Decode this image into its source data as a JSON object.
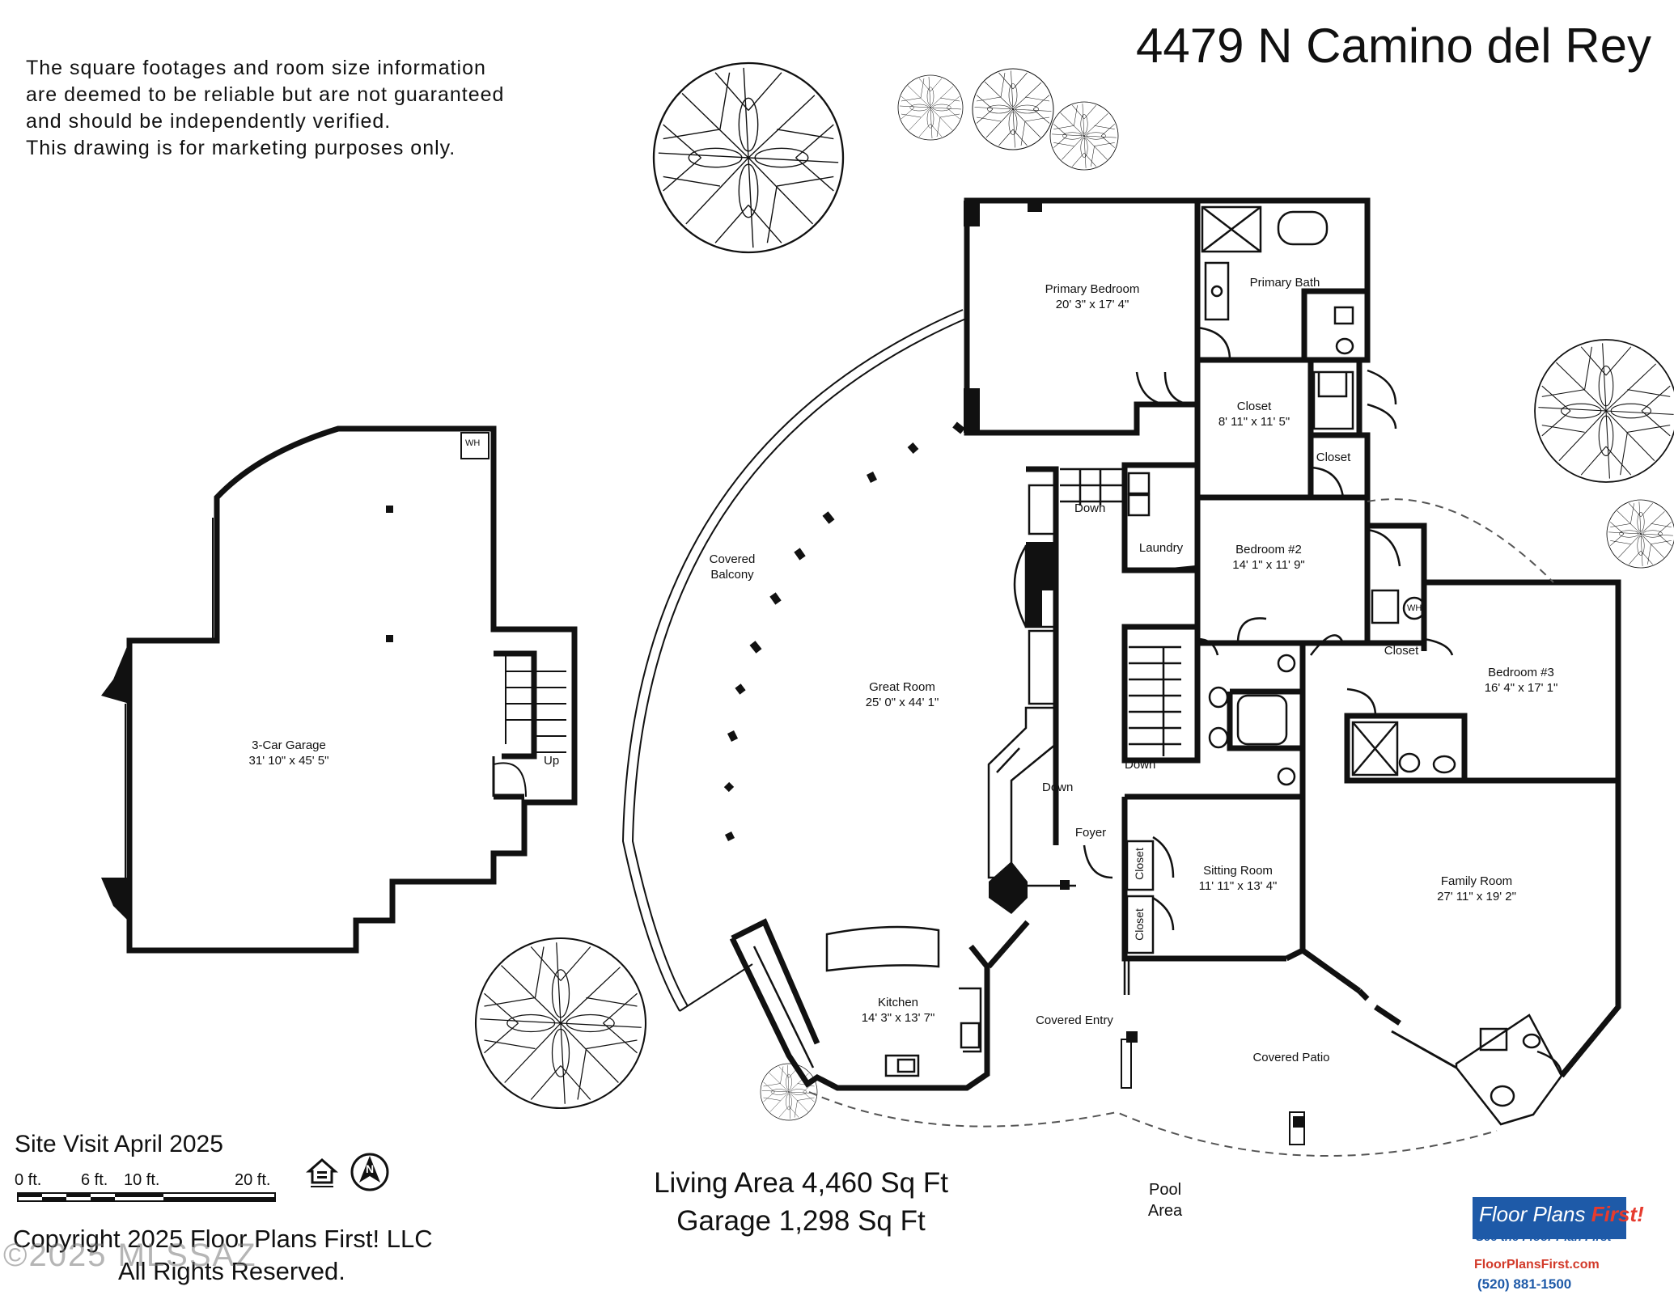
{
  "disclaimer": [
    "The square footages and room size information",
    "are deemed to be reliable but are not guaranteed",
    "and should be independently verified.",
    "This drawing is for marketing purposes only."
  ],
  "address": "4479 N Camino del Rey",
  "site_visit": "Site Visit April 2025",
  "scale": {
    "labels": [
      "0 ft.",
      "6 ft.",
      "10 ft.",
      "20 ft."
    ]
  },
  "areas": {
    "living": "Living Area 4,460 Sq Ft",
    "garage": "Garage 1,298 Sq Ft"
  },
  "copyright": {
    "line1": "Copyright 2025 Floor Plans First! LLC",
    "line2": "All Rights Reserved."
  },
  "watermark": "©2025 MLSSAZ",
  "rooms": [
    {
      "id": "primary-bedroom",
      "name": "Primary Bedroom",
      "size": "20' 3\" x 17' 4\""
    },
    {
      "id": "primary-bath",
      "name": "Primary Bath",
      "size": ""
    },
    {
      "id": "closet-primary",
      "name": "Closet",
      "size": "8' 11\" x 11' 5\""
    },
    {
      "id": "closet-small",
      "name": "Closet",
      "size": ""
    },
    {
      "id": "laundry",
      "name": "Laundry",
      "size": ""
    },
    {
      "id": "bedroom-2",
      "name": "Bedroom #2",
      "size": "14' 1\" x 11' 9\""
    },
    {
      "id": "closet-bed3",
      "name": "Closet",
      "size": ""
    },
    {
      "id": "bedroom-3",
      "name": "Bedroom #3",
      "size": "16' 4\" x 17' 1\""
    },
    {
      "id": "great-room",
      "name": "Great Room",
      "size": "25' 0\" x 44' 1\""
    },
    {
      "id": "covered-balcony",
      "name": "Covered Balcony",
      "size": ""
    },
    {
      "id": "three-car-garage",
      "name": "3-Car Garage",
      "size": "31' 10\" x 45' 5\""
    },
    {
      "id": "foyer",
      "name": "Foyer",
      "size": ""
    },
    {
      "id": "sitting-room",
      "name": "Sitting Room",
      "size": "11' 11\" x 13' 4\""
    },
    {
      "id": "family-room",
      "name": "Family Room",
      "size": "27' 11\" x 19' 2\""
    },
    {
      "id": "kitchen",
      "name": "Kitchen",
      "size": "14' 3\" x 13' 7\""
    },
    {
      "id": "covered-entry",
      "name": "Covered Entry",
      "size": ""
    },
    {
      "id": "covered-patio",
      "name": "Covered Patio",
      "size": ""
    },
    {
      "id": "pool-area",
      "name": "Pool Area",
      "size": ""
    }
  ],
  "labels": {
    "down_1": "Down",
    "down_2": "Down",
    "down_3": "Down",
    "up": "Up",
    "wh_1": "WH",
    "wh_2": "WH",
    "closet_v1": "Closet",
    "closet_v2": "Closet"
  },
  "logo": {
    "name_a": "Floor Plans ",
    "name_b": "First!",
    "tagline": "See the Floor Plan First",
    "url": "FloorPlansFirst.com",
    "phone": "(520) 881-1500"
  }
}
